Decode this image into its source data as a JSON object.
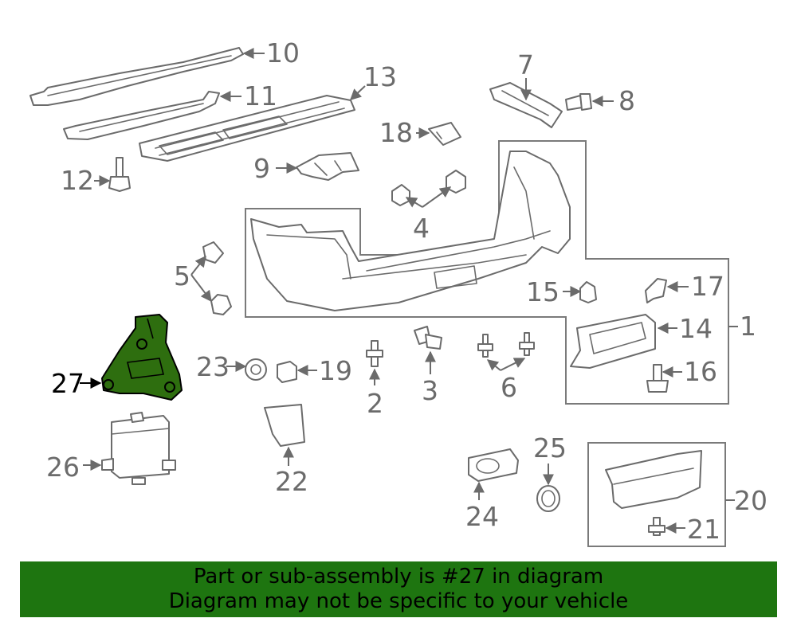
{
  "highlight_color": "#2e6e0f",
  "banner_color": "#1e7510",
  "callouts": {
    "c1": "1",
    "c2": "2",
    "c3": "3",
    "c4": "4",
    "c5": "5",
    "c6": "6",
    "c7": "7",
    "c8": "8",
    "c9": "9",
    "c10": "10",
    "c11": "11",
    "c12": "12",
    "c13": "13",
    "c14": "14",
    "c15": "15",
    "c16": "16",
    "c17": "17",
    "c18": "18",
    "c19": "19",
    "c20": "20",
    "c21": "21",
    "c22": "22",
    "c23": "23",
    "c24": "24",
    "c25": "25",
    "c26": "26",
    "c27": "27"
  },
  "banner": {
    "line1": "Part or sub-assembly is #27 in diagram",
    "line2": "Diagram may not be specific to your vehicle"
  }
}
